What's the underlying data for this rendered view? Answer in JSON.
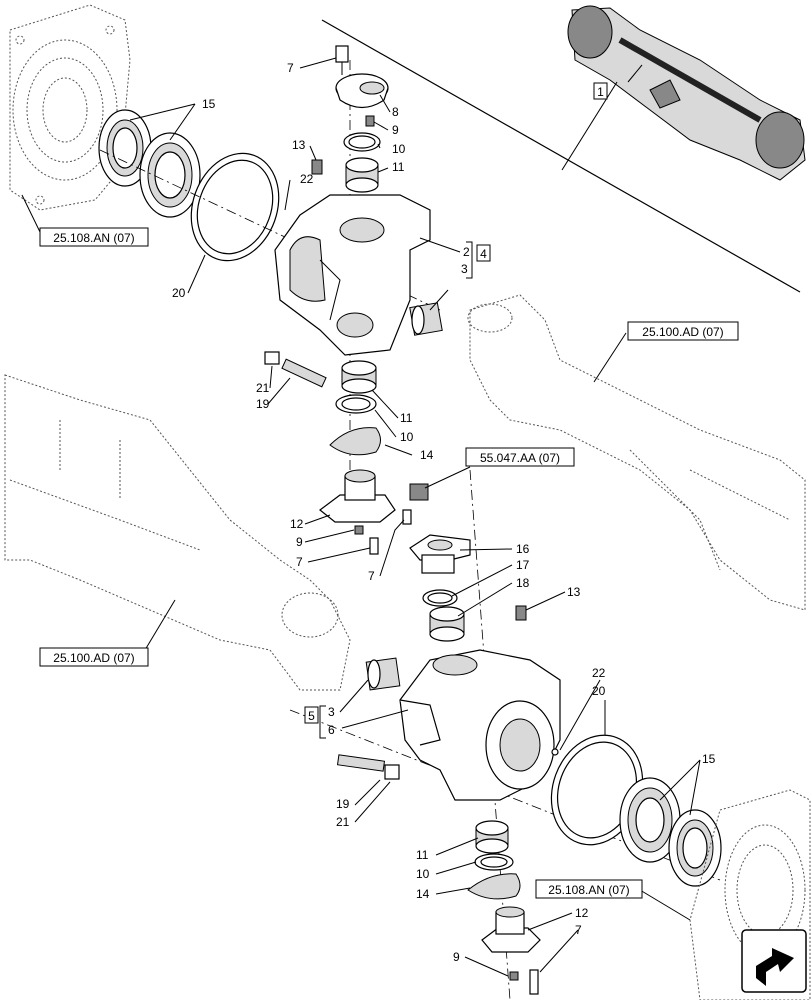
{
  "references": {
    "ref_top_left": "25.108.AN (07)",
    "ref_right_upper": "25.100.AD (07)",
    "ref_center": "55.047.AA (07)",
    "ref_left_middle": "25.100.AD (07)",
    "ref_bottom_right": "25.108.AN (07)"
  },
  "boxed": {
    "box_1": "1",
    "box_4": "4",
    "box_5": "5"
  },
  "callouts": {
    "c7a": "7",
    "c8": "8",
    "c9a": "9",
    "c10a": "10",
    "c11a": "11",
    "c13a": "13",
    "c22a": "22",
    "c15a": "15",
    "c20a": "20",
    "c2": "2",
    "c3a": "3",
    "c21a": "21",
    "c19a": "19",
    "c11b": "11",
    "c10b": "10",
    "c14a": "14",
    "c12a": "12",
    "c9b": "9",
    "c7b": "7",
    "c16": "16",
    "c7c": "7",
    "c17": "17",
    "c18": "18",
    "c13b": "13",
    "c3b": "3",
    "c6": "6",
    "c22b": "22",
    "c20b": "20",
    "c15b": "15",
    "c19b": "19",
    "c21b": "21",
    "c11c": "11",
    "c10c": "10",
    "c14b": "14",
    "c12b": "12",
    "c7d": "7",
    "c9c": "9"
  }
}
